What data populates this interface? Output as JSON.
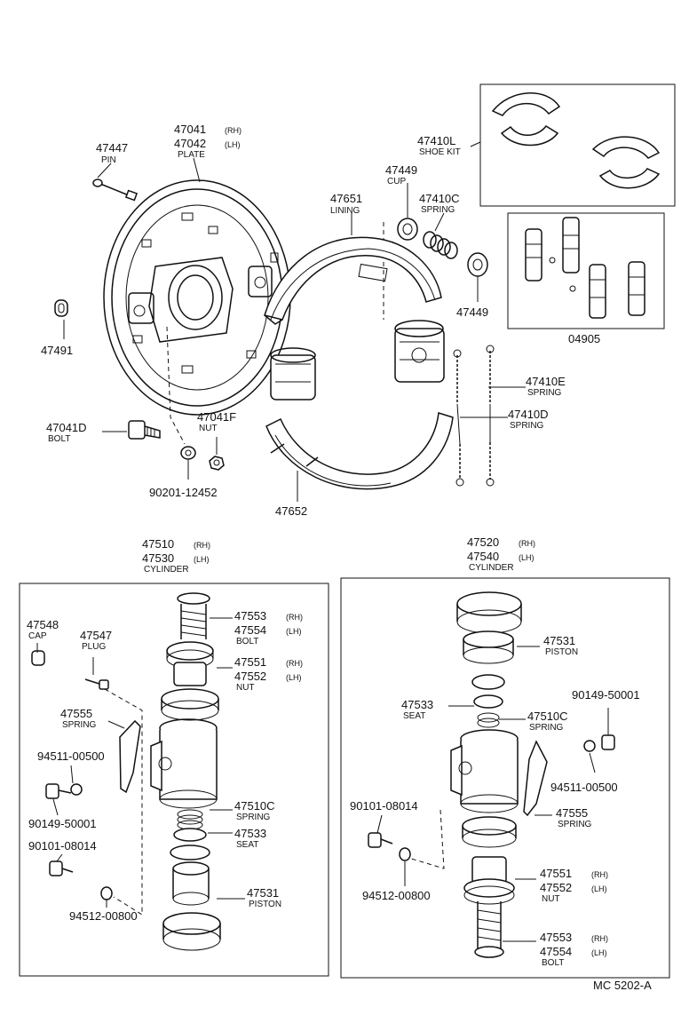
{
  "labels": {
    "l47447": {
      "code": "47447",
      "name": "PIN"
    },
    "l47041": {
      "code": "47041",
      "side": "(RH)",
      "code2": "47042",
      "side2": "(LH)",
      "name": "PLATE"
    },
    "l47491": {
      "code": "47491"
    },
    "l47041d": {
      "code": "47041D",
      "name": "BOLT"
    },
    "l47041f": {
      "code": "47041F",
      "name": "NUT"
    },
    "l90201": {
      "code": "90201-12452"
    },
    "l47652": {
      "code": "47652"
    },
    "l47651": {
      "code": "47651",
      "name": "LINING"
    },
    "l47449a": {
      "code": "47449",
      "name": "CUP"
    },
    "l47410c": {
      "code": "47410C",
      "name": "SPRING"
    },
    "l47449b": {
      "code": "47449"
    },
    "l47410l": {
      "code": "47410L",
      "name": "SHOE KIT"
    },
    "l04905": {
      "code": "04905"
    },
    "l47410e": {
      "code": "47410E",
      "name": "SPRING"
    },
    "l47410d": {
      "code": "47410D",
      "name": "SPRING"
    },
    "lcylL": {
      "code": "47510",
      "side": "(RH)",
      "code2": "47530",
      "side2": "(LH)",
      "name": "CYLINDER"
    },
    "lcylR": {
      "code": "47520",
      "side": "(RH)",
      "code2": "47540",
      "side2": "(LH)",
      "name": "CYLINDER"
    },
    "l47548": {
      "code": "47548",
      "name": "CAP"
    },
    "l47547": {
      "code": "47547",
      "name": "PLUG"
    },
    "l47555L": {
      "code": "47555",
      "name": "SPRING"
    },
    "l94511L": {
      "code": "94511-00500"
    },
    "l90149L": {
      "code": "90149-50001"
    },
    "l90101L": {
      "code": "90101-08014"
    },
    "l94512L": {
      "code": "94512-00800"
    },
    "l47553L": {
      "code": "47553",
      "side": "(RH)",
      "code2": "47554",
      "side2": "(LH)",
      "name": "BOLT"
    },
    "l47551L": {
      "code": "47551",
      "side": "(RH)",
      "code2": "47552",
      "side2": "(LH)",
      "name": "NUT"
    },
    "l47510cL": {
      "code": "47510C",
      "name": "SPRING"
    },
    "l47533L": {
      "code": "47533",
      "name": "SEAT"
    },
    "l47531L": {
      "code": "47531",
      "name": "PISTON"
    },
    "l47531R": {
      "code": "47531",
      "name": "PISTON"
    },
    "l90149R": {
      "code": "90149-50001"
    },
    "l47533R": {
      "code": "47533",
      "name": "SEAT"
    },
    "l47510cR": {
      "code": "47510C",
      "name": "SPRING"
    },
    "l94511R": {
      "code": "94511-00500"
    },
    "l90101R": {
      "code": "90101-08014"
    },
    "l47555R": {
      "code": "47555",
      "name": "SPRING"
    },
    "l94512R": {
      "code": "94512-00800"
    },
    "l47551R": {
      "code": "47551",
      "side": "(RH)",
      "code2": "47552",
      "side2": "(LH)",
      "name": "NUT"
    },
    "l47553R": {
      "code": "47553",
      "side": "(RH)",
      "code2": "47554",
      "side2": "(LH)",
      "name": "BOLT"
    }
  },
  "footer": {
    "ref": "MC  5202-A"
  }
}
